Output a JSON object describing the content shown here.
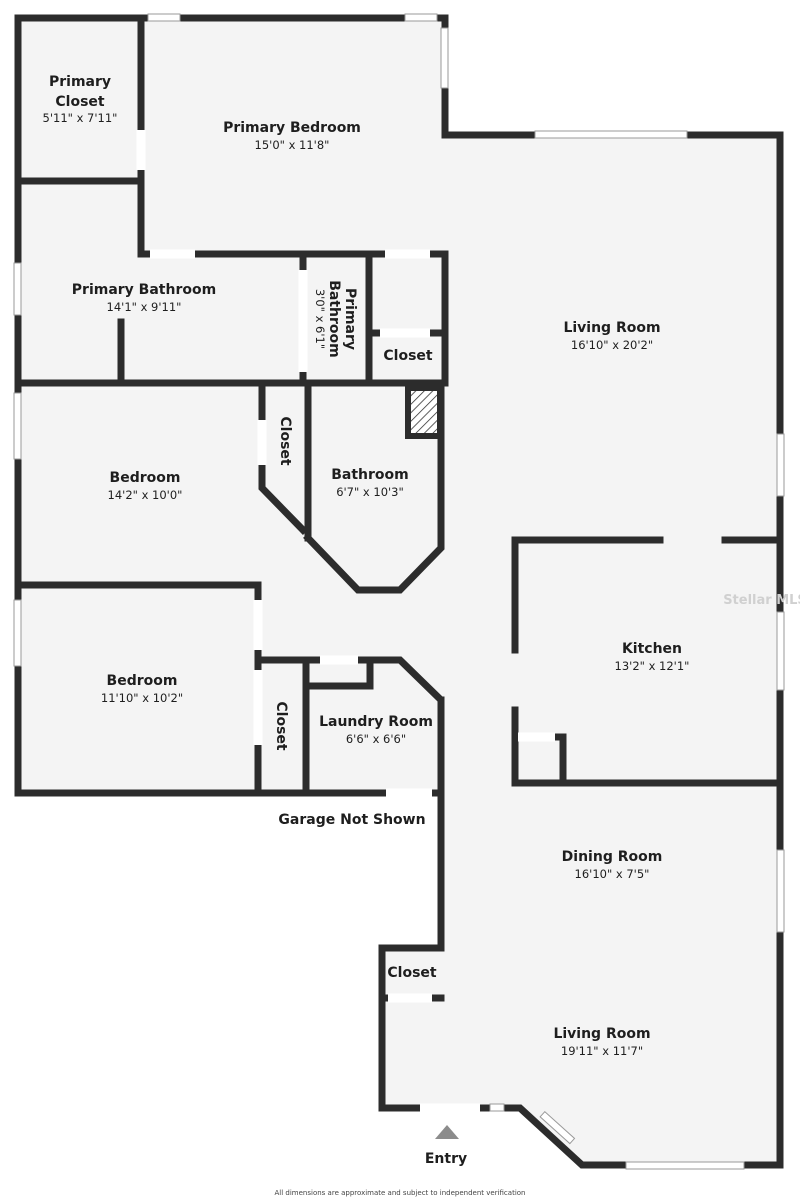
{
  "rooms": {
    "primary_closet": {
      "name_line1": "Primary",
      "name_line2": "Closet",
      "dims": "5'11\" x 7'11\""
    },
    "primary_bedroom": {
      "name": "Primary Bedroom",
      "dims": "15'0\" x 11'8\""
    },
    "primary_bathroom": {
      "name": "Primary Bathroom",
      "dims": "14'1\" x 9'11\""
    },
    "primary_bathroom_small": {
      "name_line1": "Primary",
      "name_line2": "Bathroom",
      "dims": "3'0\" x 6'1\""
    },
    "closet_upper": {
      "name": "Closet"
    },
    "living_room_upper": {
      "name": "Living Room",
      "dims": "16'10\" x 20'2\""
    },
    "bedroom_upper": {
      "name": "Bedroom",
      "dims": "14'2\" x 10'0\""
    },
    "closet_vertical_upper": {
      "name": "Closet"
    },
    "bathroom": {
      "name": "Bathroom",
      "dims": "6'7\" x 10'3\""
    },
    "kitchen": {
      "name": "Kitchen",
      "dims": "13'2\" x 12'1\""
    },
    "bedroom_lower": {
      "name": "Bedroom",
      "dims": "11'10\" x 10'2\""
    },
    "closet_vertical_lower": {
      "name": "Closet"
    },
    "laundry_room": {
      "name": "Laundry Room",
      "dims": "6'6\" x 6'6\""
    },
    "dining_room": {
      "name": "Dining Room",
      "dims": "16'10\" x 7'5\""
    },
    "closet_lower": {
      "name": "Closet"
    },
    "living_room_lower": {
      "name": "Living Room",
      "dims": "19'11\" x 11'7\""
    }
  },
  "notes": {
    "garage": "Garage Not Shown",
    "entry": "Entry",
    "disclaimer": "All dimensions are approximate and subject to independent verification",
    "watermark": "Stellar MLS"
  },
  "colors": {
    "wall": "#2c2c2c",
    "floor": "#f4f4f4",
    "background": "#ffffff"
  }
}
